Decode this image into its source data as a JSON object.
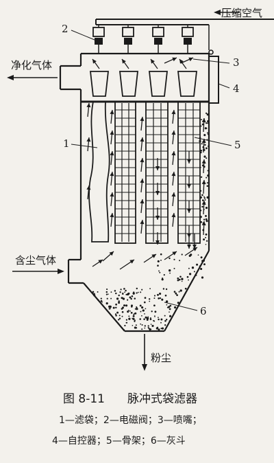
{
  "labels": {
    "compressed_air": "压缩空气",
    "clean_gas": "净化气体",
    "dusty_gas": "含尘气体",
    "dust": "粉尘"
  },
  "callouts": {
    "c1": "1",
    "c2": "2",
    "c3": "3",
    "c4": "4",
    "c5": "5",
    "c6": "6"
  },
  "caption": {
    "figure_id": "图 8-11",
    "figure_title": "脉冲式袋滤器",
    "legend_line1": "1—滤袋；2—电磁阀；3—喷嘴；",
    "legend_line2": "4—自控器；5—骨架；6—灰斗"
  }
}
